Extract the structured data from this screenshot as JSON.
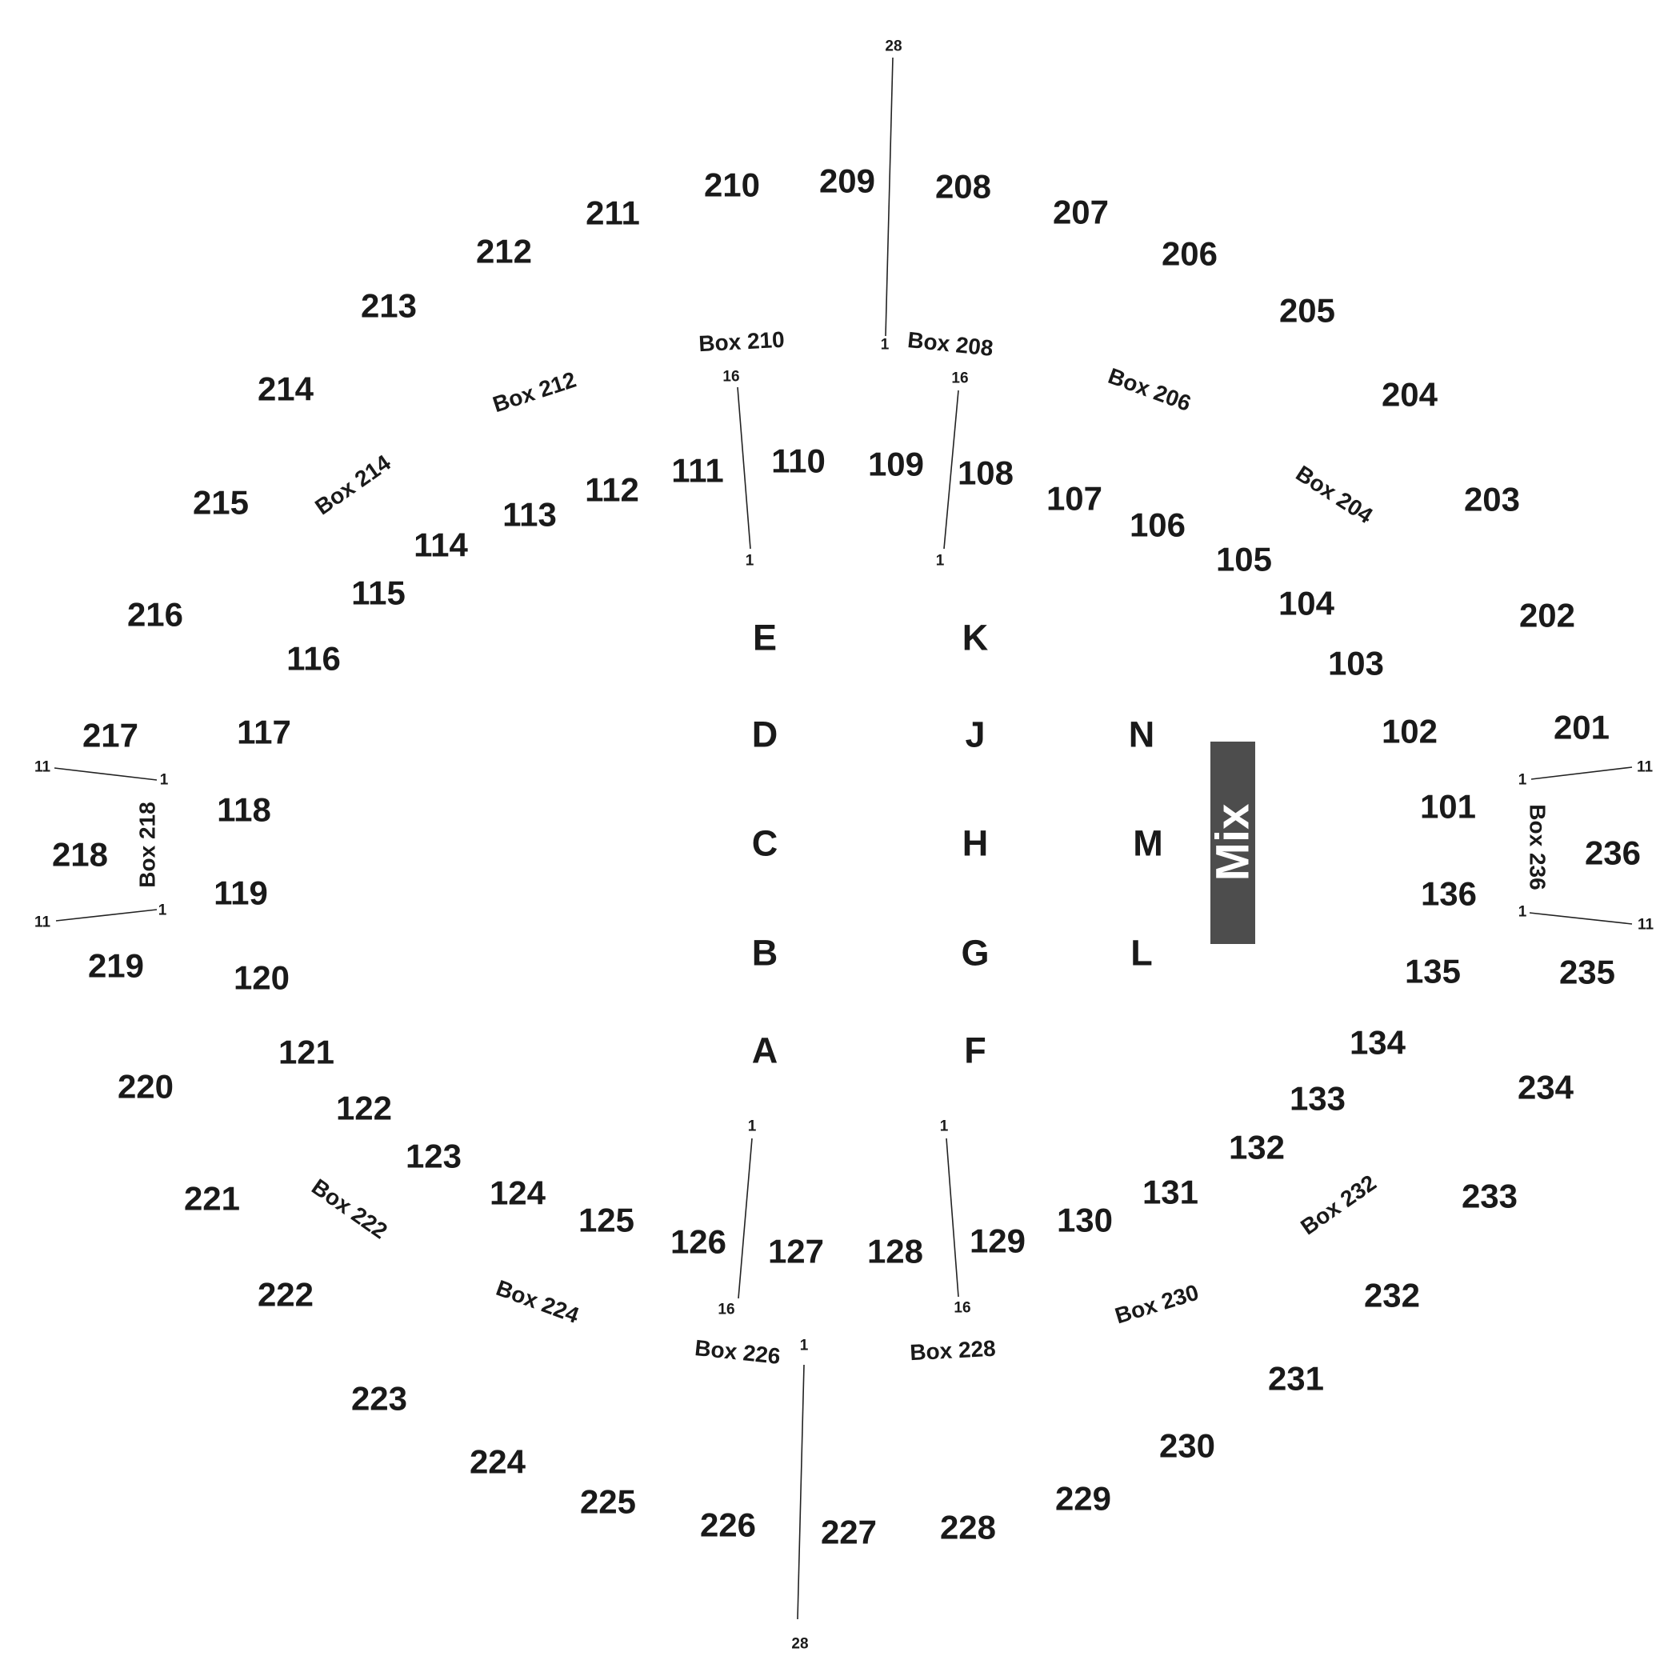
{
  "colors": {
    "text": "#1a1a1a",
    "mix_fill": "#4d4d4d",
    "mix_text": "#ffffff",
    "line": "#222222"
  },
  "upper_sections": [
    "201",
    "202",
    "203",
    "204",
    "205",
    "206",
    "207",
    "208",
    "209",
    "210",
    "211",
    "212",
    "213",
    "214",
    "215",
    "216",
    "217",
    "218",
    "219",
    "220",
    "221",
    "222",
    "223",
    "224",
    "225",
    "226",
    "227",
    "228",
    "229",
    "230",
    "231",
    "232",
    "233",
    "234",
    "235",
    "236"
  ],
  "lower_sections": [
    "101",
    "102",
    "103",
    "104",
    "105",
    "106",
    "107",
    "108",
    "109",
    "110",
    "111",
    "112",
    "113",
    "114",
    "115",
    "116",
    "117",
    "118",
    "119",
    "120",
    "121",
    "122",
    "123",
    "124",
    "125",
    "126",
    "127",
    "128",
    "129",
    "130",
    "131",
    "132",
    "133",
    "134",
    "135",
    "136"
  ],
  "floor_rows": [
    "A",
    "B",
    "C",
    "D",
    "E",
    "F",
    "G",
    "H",
    "J",
    "K",
    "L",
    "M",
    "N"
  ],
  "boxes": [
    "Box 204",
    "Box 206",
    "Box 208",
    "Box 210",
    "Box 212",
    "Box 214",
    "Box 218",
    "Box 222",
    "Box 224",
    "Box 226",
    "Box 228",
    "Box 230",
    "Box 232",
    "Box 236"
  ],
  "mix": {
    "label": "Mix"
  },
  "seat_labels": {
    "top_aisle": [
      "28",
      "1"
    ],
    "bottom_aisle": [
      "1",
      "28"
    ],
    "box210_rows": [
      "16",
      "1"
    ],
    "box208_rows": [
      "16",
      "1"
    ],
    "box226_rows": [
      "1",
      "16"
    ],
    "box228_rows": [
      "1",
      "16"
    ],
    "left_upper": [
      "11",
      "1"
    ],
    "left_lower": [
      "11",
      "1"
    ],
    "right_upper": [
      "1",
      "11"
    ],
    "right_lower": [
      "1",
      "11"
    ]
  }
}
